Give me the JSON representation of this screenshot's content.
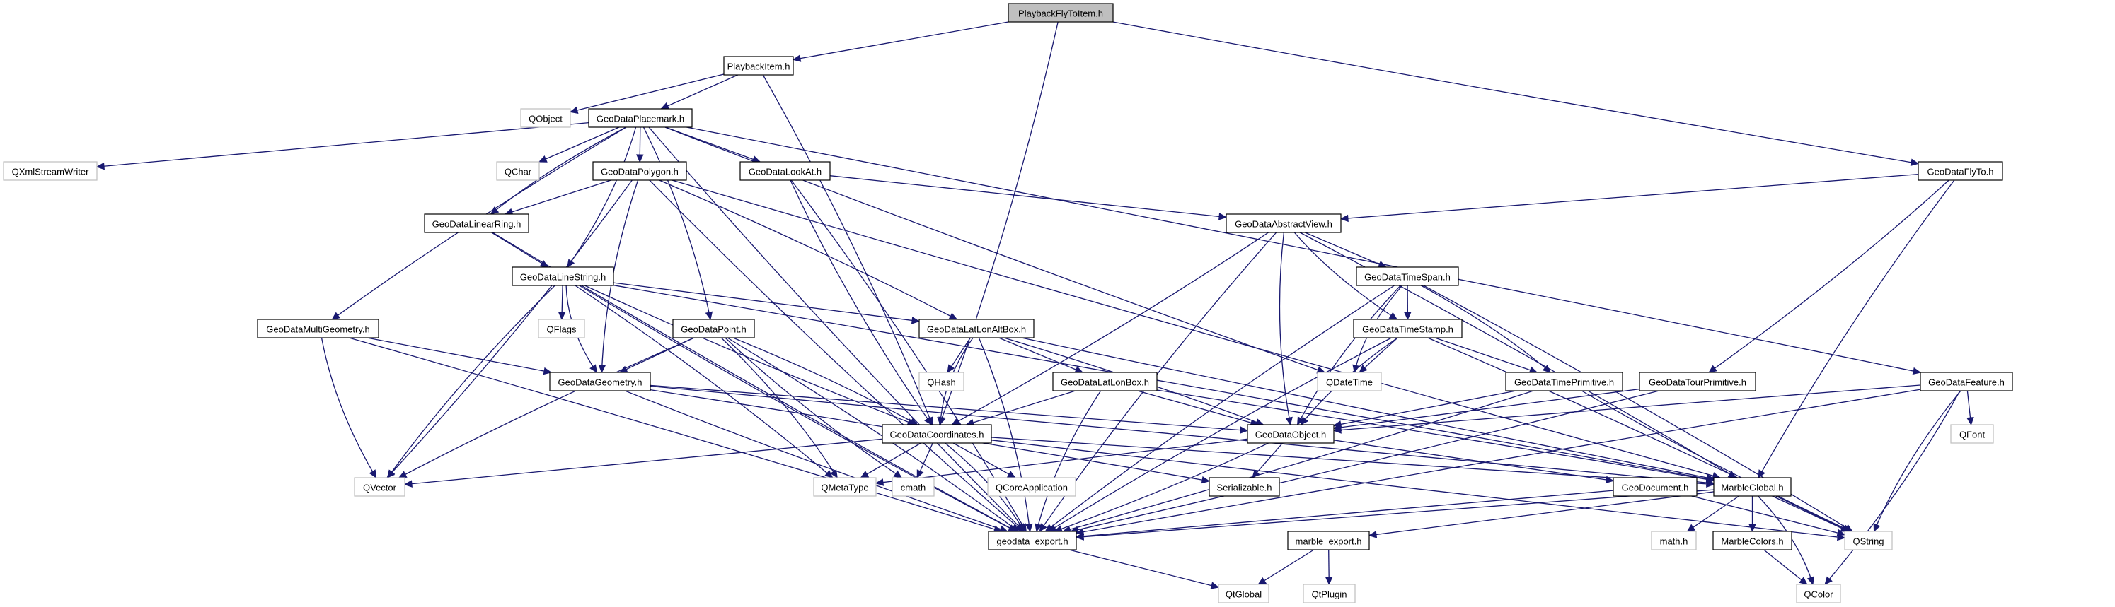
{
  "title": "PlaybackFlyToItem.h",
  "colors": {
    "edge": "#191970",
    "root_fill": "#bfbfbf",
    "node_border": "#000000",
    "external_border": "#bfbfbf",
    "background": "#ffffff"
  },
  "nodes": [
    {
      "id": "PlaybackFlyToItem",
      "label": "PlaybackFlyToItem.h",
      "kind": "root"
    },
    {
      "id": "PlaybackItem",
      "label": "PlaybackItem.h",
      "kind": "internal"
    },
    {
      "id": "QObject",
      "label": "QObject",
      "kind": "external"
    },
    {
      "id": "GeoDataPlacemark",
      "label": "GeoDataPlacemark.h",
      "kind": "internal"
    },
    {
      "id": "QXmlStreamWriter",
      "label": "QXmlStreamWriter",
      "kind": "external"
    },
    {
      "id": "QChar",
      "label": "QChar",
      "kind": "external"
    },
    {
      "id": "GeoDataPolygon",
      "label": "GeoDataPolygon.h",
      "kind": "internal"
    },
    {
      "id": "GeoDataLookAt",
      "label": "GeoDataLookAt.h",
      "kind": "internal"
    },
    {
      "id": "GeoDataFlyTo",
      "label": "GeoDataFlyTo.h",
      "kind": "internal"
    },
    {
      "id": "GeoDataLinearRing",
      "label": "GeoDataLinearRing.h",
      "kind": "internal"
    },
    {
      "id": "GeoDataAbstractView",
      "label": "GeoDataAbstractView.h",
      "kind": "internal"
    },
    {
      "id": "GeoDataLineString",
      "label": "GeoDataLineString.h",
      "kind": "internal"
    },
    {
      "id": "GeoDataTimeSpan",
      "label": "GeoDataTimeSpan.h",
      "kind": "internal"
    },
    {
      "id": "GeoDataMultiGeometry",
      "label": "GeoDataMultiGeometry.h",
      "kind": "internal"
    },
    {
      "id": "QFlags",
      "label": "QFlags",
      "kind": "external"
    },
    {
      "id": "GeoDataPoint",
      "label": "GeoDataPoint.h",
      "kind": "internal"
    },
    {
      "id": "GeoDataLatLonAltBox",
      "label": "GeoDataLatLonAltBox.h",
      "kind": "internal"
    },
    {
      "id": "GeoDataTimeStamp",
      "label": "GeoDataTimeStamp.h",
      "kind": "internal"
    },
    {
      "id": "GeoDataGeometry",
      "label": "GeoDataGeometry.h",
      "kind": "internal"
    },
    {
      "id": "QHash",
      "label": "QHash",
      "kind": "external"
    },
    {
      "id": "GeoDataLatLonBox",
      "label": "GeoDataLatLonBox.h",
      "kind": "internal"
    },
    {
      "id": "QDateTime",
      "label": "QDateTime",
      "kind": "external"
    },
    {
      "id": "GeoDataTimePrimitive",
      "label": "GeoDataTimePrimitive.h",
      "kind": "internal"
    },
    {
      "id": "GeoDataTourPrimitive",
      "label": "GeoDataTourPrimitive.h",
      "kind": "internal"
    },
    {
      "id": "GeoDataFeature",
      "label": "GeoDataFeature.h",
      "kind": "internal"
    },
    {
      "id": "GeoDataCoordinates",
      "label": "GeoDataCoordinates.h",
      "kind": "internal"
    },
    {
      "id": "GeoDataObject",
      "label": "GeoDataObject.h",
      "kind": "internal"
    },
    {
      "id": "QFont",
      "label": "QFont",
      "kind": "external"
    },
    {
      "id": "QVector",
      "label": "QVector",
      "kind": "external"
    },
    {
      "id": "QMetaType",
      "label": "QMetaType",
      "kind": "external"
    },
    {
      "id": "cmath",
      "label": "cmath",
      "kind": "external"
    },
    {
      "id": "QCoreApplication",
      "label": "QCoreApplication",
      "kind": "external"
    },
    {
      "id": "Serializable",
      "label": "Serializable.h",
      "kind": "internal"
    },
    {
      "id": "GeoDocument",
      "label": "GeoDocument.h",
      "kind": "internal"
    },
    {
      "id": "MarbleGlobal",
      "label": "MarbleGlobal.h",
      "kind": "internal"
    },
    {
      "id": "geodata_export",
      "label": "geodata_export.h",
      "kind": "internal"
    },
    {
      "id": "marble_export",
      "label": "marble_export.h",
      "kind": "internal"
    },
    {
      "id": "mathh",
      "label": "math.h",
      "kind": "external"
    },
    {
      "id": "MarbleColors",
      "label": "MarbleColors.h",
      "kind": "internal"
    },
    {
      "id": "QString",
      "label": "QString",
      "kind": "external"
    },
    {
      "id": "QtGlobal",
      "label": "QtGlobal",
      "kind": "external"
    },
    {
      "id": "QtPlugin",
      "label": "QtPlugin",
      "kind": "external"
    },
    {
      "id": "QColor",
      "label": "QColor",
      "kind": "external"
    }
  ],
  "edges": [
    [
      "PlaybackFlyToItem",
      "PlaybackItem"
    ],
    [
      "PlaybackFlyToItem",
      "GeoDataCoordinates"
    ],
    [
      "PlaybackFlyToItem",
      "GeoDataFlyTo"
    ],
    [
      "PlaybackItem",
      "QObject"
    ],
    [
      "PlaybackItem",
      "GeoDataPlacemark"
    ],
    [
      "PlaybackItem",
      "GeoDataCoordinates"
    ],
    [
      "GeoDataPlacemark",
      "QXmlStreamWriter"
    ],
    [
      "GeoDataPlacemark",
      "QChar"
    ],
    [
      "GeoDataPlacemark",
      "GeoDataPolygon"
    ],
    [
      "GeoDataPlacemark",
      "GeoDataLookAt"
    ],
    [
      "GeoDataPlacemark",
      "GeoDataLinearRing"
    ],
    [
      "GeoDataPlacemark",
      "GeoDataLineString"
    ],
    [
      "GeoDataPlacemark",
      "GeoDataMultiGeometry"
    ],
    [
      "GeoDataPlacemark",
      "GeoDataPoint"
    ],
    [
      "GeoDataPlacemark",
      "QDateTime"
    ],
    [
      "GeoDataPlacemark",
      "GeoDataFeature"
    ],
    [
      "GeoDataPlacemark",
      "geodata_export"
    ],
    [
      "GeoDataPolygon",
      "GeoDataLinearRing"
    ],
    [
      "GeoDataPolygon",
      "GeoDataGeometry"
    ],
    [
      "GeoDataPolygon",
      "GeoDataLatLonAltBox"
    ],
    [
      "GeoDataPolygon",
      "MarbleGlobal"
    ],
    [
      "GeoDataPolygon",
      "QVector"
    ],
    [
      "GeoDataPolygon",
      "geodata_export"
    ],
    [
      "GeoDataLookAt",
      "GeoDataAbstractView"
    ],
    [
      "GeoDataLookAt",
      "GeoDataCoordinates"
    ],
    [
      "GeoDataLookAt",
      "geodata_export"
    ],
    [
      "GeoDataFlyTo",
      "GeoDataAbstractView"
    ],
    [
      "GeoDataFlyTo",
      "GeoDataTourPrimitive"
    ],
    [
      "GeoDataFlyTo",
      "MarbleGlobal"
    ],
    [
      "GeoDataLinearRing",
      "GeoDataLineString"
    ],
    [
      "GeoDataLinearRing",
      "geodata_export"
    ],
    [
      "GeoDataAbstractView",
      "GeoDataTimeSpan"
    ],
    [
      "GeoDataAbstractView",
      "GeoDataTimeStamp"
    ],
    [
      "GeoDataAbstractView",
      "GeoDataCoordinates"
    ],
    [
      "GeoDataAbstractView",
      "GeoDataObject"
    ],
    [
      "GeoDataAbstractView",
      "MarbleGlobal"
    ],
    [
      "GeoDataAbstractView",
      "geodata_export"
    ],
    [
      "GeoDataLineString",
      "QFlags"
    ],
    [
      "GeoDataLineString",
      "GeoDataGeometry"
    ],
    [
      "GeoDataLineString",
      "GeoDataLatLonAltBox"
    ],
    [
      "GeoDataLineString",
      "GeoDataCoordinates"
    ],
    [
      "GeoDataLineString",
      "MarbleGlobal"
    ],
    [
      "GeoDataLineString",
      "QVector"
    ],
    [
      "GeoDataLineString",
      "QMetaType"
    ],
    [
      "GeoDataLineString",
      "geodata_export"
    ],
    [
      "GeoDataTimeSpan",
      "GeoDataTimeStamp"
    ],
    [
      "GeoDataTimeSpan",
      "QDateTime"
    ],
    [
      "GeoDataTimeSpan",
      "GeoDataTimePrimitive"
    ],
    [
      "GeoDataTimeSpan",
      "GeoDataObject"
    ],
    [
      "GeoDataTimeSpan",
      "QString"
    ],
    [
      "GeoDataTimeSpan",
      "geodata_export"
    ],
    [
      "GeoDataMultiGeometry",
      "GeoDataGeometry"
    ],
    [
      "GeoDataMultiGeometry",
      "QVector"
    ],
    [
      "GeoDataMultiGeometry",
      "geodata_export"
    ],
    [
      "GeoDataPoint",
      "GeoDataGeometry"
    ],
    [
      "GeoDataPoint",
      "GeoDataCoordinates"
    ],
    [
      "GeoDataPoint",
      "QVector"
    ],
    [
      "GeoDataPoint",
      "QMetaType"
    ],
    [
      "GeoDataPoint",
      "cmath"
    ],
    [
      "GeoDataPoint",
      "geodata_export"
    ],
    [
      "GeoDataLatLonAltBox",
      "QHash"
    ],
    [
      "GeoDataLatLonAltBox",
      "GeoDataLatLonBox"
    ],
    [
      "GeoDataLatLonAltBox",
      "GeoDataCoordinates"
    ],
    [
      "GeoDataLatLonAltBox",
      "GeoDataObject"
    ],
    [
      "GeoDataLatLonAltBox",
      "MarbleGlobal"
    ],
    [
      "GeoDataLatLonAltBox",
      "geodata_export"
    ],
    [
      "GeoDataTimeStamp",
      "QDateTime"
    ],
    [
      "GeoDataTimeStamp",
      "GeoDataTimePrimitive"
    ],
    [
      "GeoDataTimeStamp",
      "GeoDataObject"
    ],
    [
      "GeoDataTimeStamp",
      "QString"
    ],
    [
      "GeoDataTimeStamp",
      "geodata_export"
    ],
    [
      "GeoDataGeometry",
      "GeoDataObject"
    ],
    [
      "GeoDataGeometry",
      "MarbleGlobal"
    ],
    [
      "GeoDataGeometry",
      "Serializable"
    ],
    [
      "GeoDataGeometry",
      "geodata_export"
    ],
    [
      "GeoDataLatLonBox",
      "GeoDataCoordinates"
    ],
    [
      "GeoDataLatLonBox",
      "GeoDataObject"
    ],
    [
      "GeoDataLatLonBox",
      "MarbleGlobal"
    ],
    [
      "GeoDataLatLonBox",
      "geodata_export"
    ],
    [
      "GeoDataTimePrimitive",
      "GeoDataObject"
    ],
    [
      "GeoDataTimePrimitive",
      "QString"
    ],
    [
      "GeoDataTimePrimitive",
      "geodata_export"
    ],
    [
      "GeoDataTourPrimitive",
      "GeoDataObject"
    ],
    [
      "GeoDataTourPrimitive",
      "geodata_export"
    ],
    [
      "GeoDataFeature",
      "GeoDataObject"
    ],
    [
      "GeoDataFeature",
      "QFont"
    ],
    [
      "GeoDataFeature",
      "QString"
    ],
    [
      "GeoDataFeature",
      "QColor"
    ],
    [
      "GeoDataFeature",
      "geodata_export"
    ],
    [
      "GeoDataCoordinates",
      "QVector"
    ],
    [
      "GeoDataCoordinates",
      "QMetaType"
    ],
    [
      "GeoDataCoordinates",
      "cmath"
    ],
    [
      "GeoDataCoordinates",
      "QCoreApplication"
    ],
    [
      "GeoDataCoordinates",
      "MarbleGlobal"
    ],
    [
      "GeoDataCoordinates",
      "QString"
    ],
    [
      "GeoDataCoordinates",
      "geodata_export"
    ],
    [
      "GeoDataObject",
      "Serializable"
    ],
    [
      "GeoDataObject",
      "GeoDocument"
    ],
    [
      "GeoDataObject",
      "QMetaType"
    ],
    [
      "GeoDataObject",
      "geodata_export"
    ],
    [
      "GeoDocument",
      "QString"
    ],
    [
      "GeoDocument",
      "geodata_export"
    ],
    [
      "MarbleGlobal",
      "mathh"
    ],
    [
      "MarbleGlobal",
      "MarbleColors"
    ],
    [
      "MarbleGlobal",
      "QString"
    ],
    [
      "MarbleGlobal",
      "QColor"
    ],
    [
      "MarbleGlobal",
      "marble_export"
    ],
    [
      "MarbleGlobal",
      "geodata_export"
    ],
    [
      "MarbleColors",
      "QColor"
    ],
    [
      "geodata_export",
      "QtGlobal"
    ],
    [
      "marble_export",
      "QtGlobal"
    ],
    [
      "marble_export",
      "QtPlugin"
    ]
  ]
}
